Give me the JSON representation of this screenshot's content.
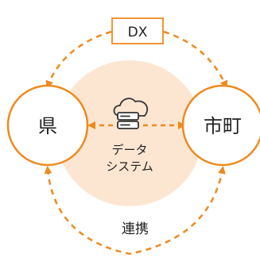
{
  "top_label": "DX",
  "left_node": "県",
  "right_node": "市町",
  "center_label": [
    "データ",
    "システム"
  ],
  "bottom_label": "連携",
  "icon": "cloud-server-icon",
  "colors": {
    "accent": "#EE8A1E",
    "center_fill": "#FCE6D2",
    "text": "#222222",
    "background": "#FFFFFF"
  }
}
